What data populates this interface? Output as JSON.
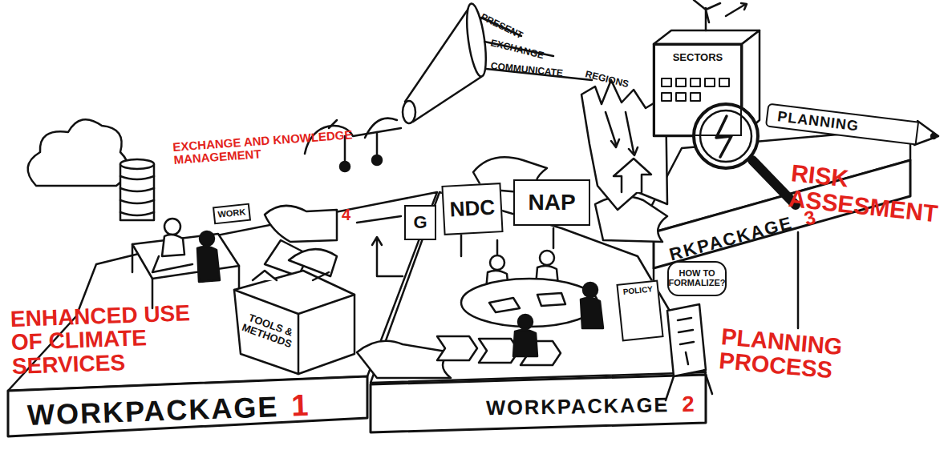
{
  "diagram": {
    "nodes": [
      {
        "text": [
          "WORKPACKAGE",
          "1"
        ]
      },
      {
        "text": [
          "WORKPACKAGE",
          "2"
        ]
      },
      {
        "text": [
          "RKPACKAGE",
          "3"
        ]
      },
      {
        "text": [
          "WORK"
        ]
      },
      {
        "text": [
          "TOOLS & METHODS"
        ]
      },
      {
        "text": [
          "G"
        ]
      },
      {
        "text": [
          "NDC"
        ]
      },
      {
        "text": [
          "NAP"
        ]
      },
      {
        "text": [
          "POLICY"
        ]
      },
      {
        "text": [
          "HOW TO FORMALIZE?"
        ]
      },
      {
        "text": [
          "SECTORS"
        ]
      },
      {
        "text": [
          "PLANNING"
        ]
      }
    ],
    "labels": [
      "ENHANCED USE OF CLIMATE SERVICES",
      "EXCHANGE AND KNOWLEDGE MANAGEMENT",
      "4",
      "PRESENT",
      "EXCHANGE",
      "COMMUNICATE",
      "REGIONS",
      "RISK ASSESMENT",
      "PLANNING PROCESS"
    ]
  }
}
